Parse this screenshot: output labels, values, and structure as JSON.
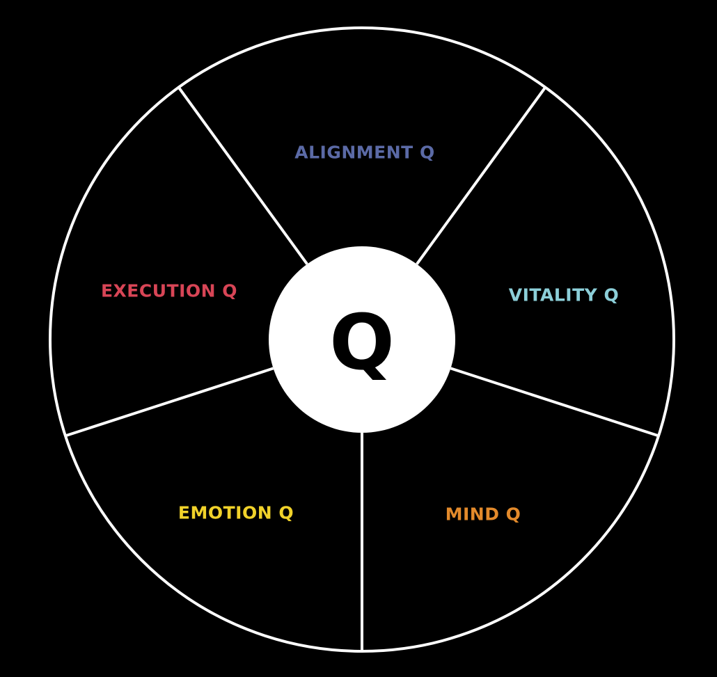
{
  "diagram": {
    "background_color": "#000000",
    "line_color": "#ffffff",
    "hub": {
      "label": "Q",
      "fill_color": "#ffffff",
      "text_color": "#000000"
    },
    "segments": [
      {
        "id": "alignment",
        "label": "ALIGNMENT Q",
        "color": "#5b6aa6"
      },
      {
        "id": "vitality",
        "label": "VITALITY Q",
        "color": "#8ccfd9"
      },
      {
        "id": "mind",
        "label": "MIND Q",
        "color": "#e38a2b"
      },
      {
        "id": "emotion",
        "label": "EMOTION Q",
        "color": "#f1d22a"
      },
      {
        "id": "execution",
        "label": "EXECUTION Q",
        "color": "#d84556"
      }
    ]
  }
}
